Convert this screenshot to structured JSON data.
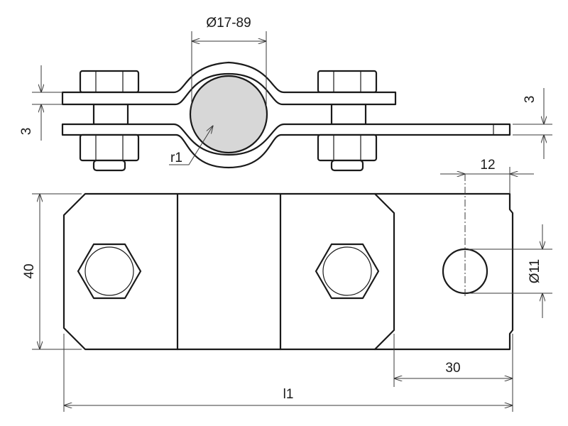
{
  "dimensions": {
    "pipe_diameter": "Ø17-89",
    "top_thickness": "3",
    "right_thickness": "3",
    "radius": "r1",
    "hole_offset": "12",
    "hole_diameter": "Ø11",
    "width": "40",
    "end_length": "30",
    "total_length": "l1"
  },
  "colors": {
    "line": "#1a1a1a",
    "pipe_fill": "#d7d7d7"
  }
}
